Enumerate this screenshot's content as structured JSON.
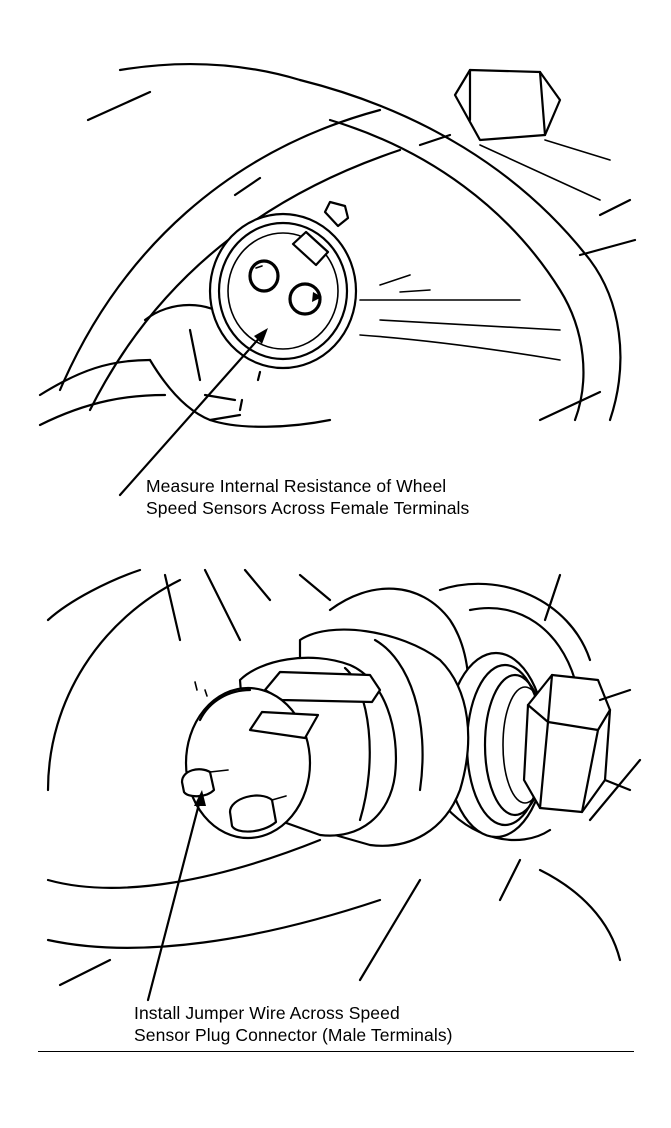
{
  "figure": {
    "top_panel": {
      "caption_line1": "Measure Internal Resistance of Wheel",
      "caption_line2": "Speed Sensors Across Female Terminals"
    },
    "bottom_panel": {
      "caption_line1": "Install Jumper Wire Across Speed",
      "caption_line2": "Sensor Plug Connector (Male Terminals)"
    }
  }
}
